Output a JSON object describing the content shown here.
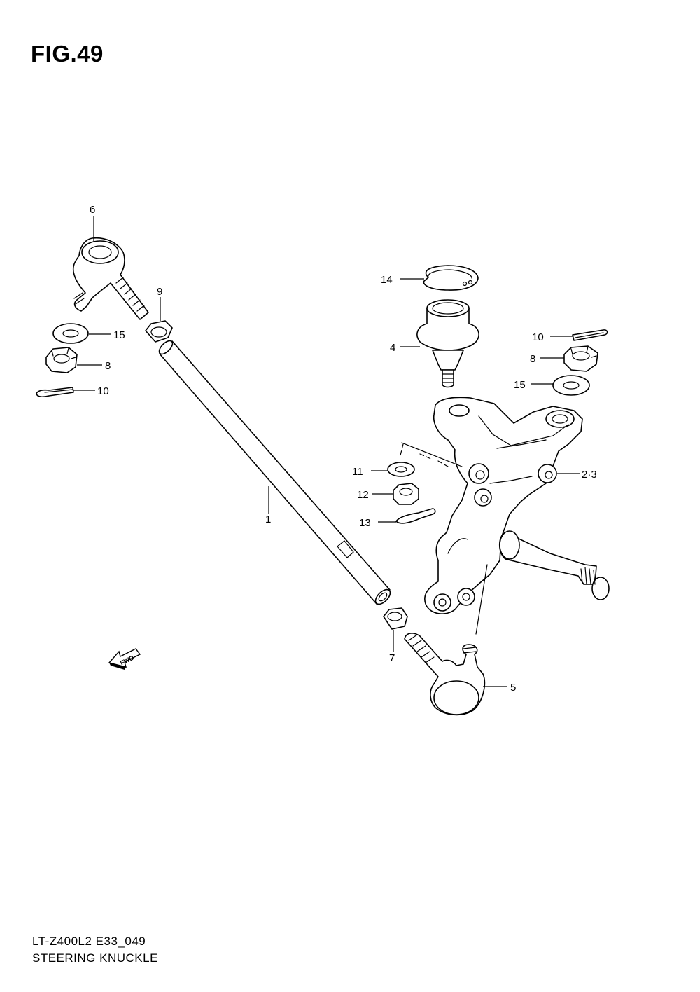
{
  "figure": {
    "title": "FIG.49",
    "code": "LT-Z400L2 E33_049",
    "name": "STEERING KNUCKLE"
  },
  "callouts": {
    "c1": "1",
    "c23": "2·3",
    "c4": "4",
    "c5": "5",
    "c6": "6",
    "c7": "7",
    "c8_left": "8",
    "c8_right": "8",
    "c9": "9",
    "c10_left": "10",
    "c10_right": "10",
    "c11": "11",
    "c12": "12",
    "c13": "13",
    "c14": "14",
    "c15_left": "15",
    "c15_right": "15"
  },
  "fwd_arrow": {
    "label": "FWD",
    "icon": "fwd-arrow-icon"
  }
}
